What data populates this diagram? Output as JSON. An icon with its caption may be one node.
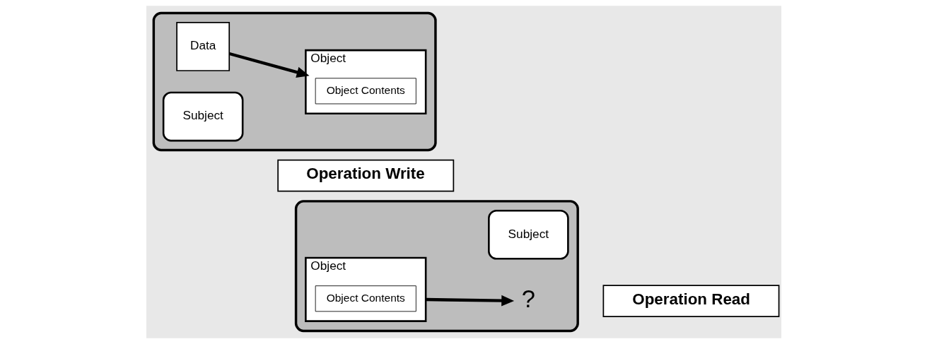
{
  "diagram": {
    "nodes": [
      {
        "text": [],
        "shape": "box"
      },
      {
        "text": [
          "Subject"
        ],
        "in": 0
      },
      {
        "text": [
          "Object"
        ],
        "in": 0
      },
      {
        "text": [
          "Object Contents"
        ],
        "in": 2
      },
      {
        "text": [
          "Data"
        ],
        "in": 0
      },
      {
        "text": [],
        "shape": "box"
      },
      {
        "text": [
          "Subject"
        ],
        "in": 5
      },
      {
        "text": [
          "Object"
        ],
        "in": 5
      },
      {
        "text": [
          "Object Contents"
        ],
        "in": 7
      },
      {
        "text": [
          "?"
        ],
        "in": 5
      },
      {
        "text": [
          "Operation Write"
        ]
      },
      {
        "text": [
          "Operation Read"
        ]
      }
    ],
    "edges": [
      {
        "from": 4,
        "to": 2,
        "arrow": "to"
      },
      {
        "from": 7,
        "to": 9,
        "arrow": "to"
      }
    ]
  }
}
